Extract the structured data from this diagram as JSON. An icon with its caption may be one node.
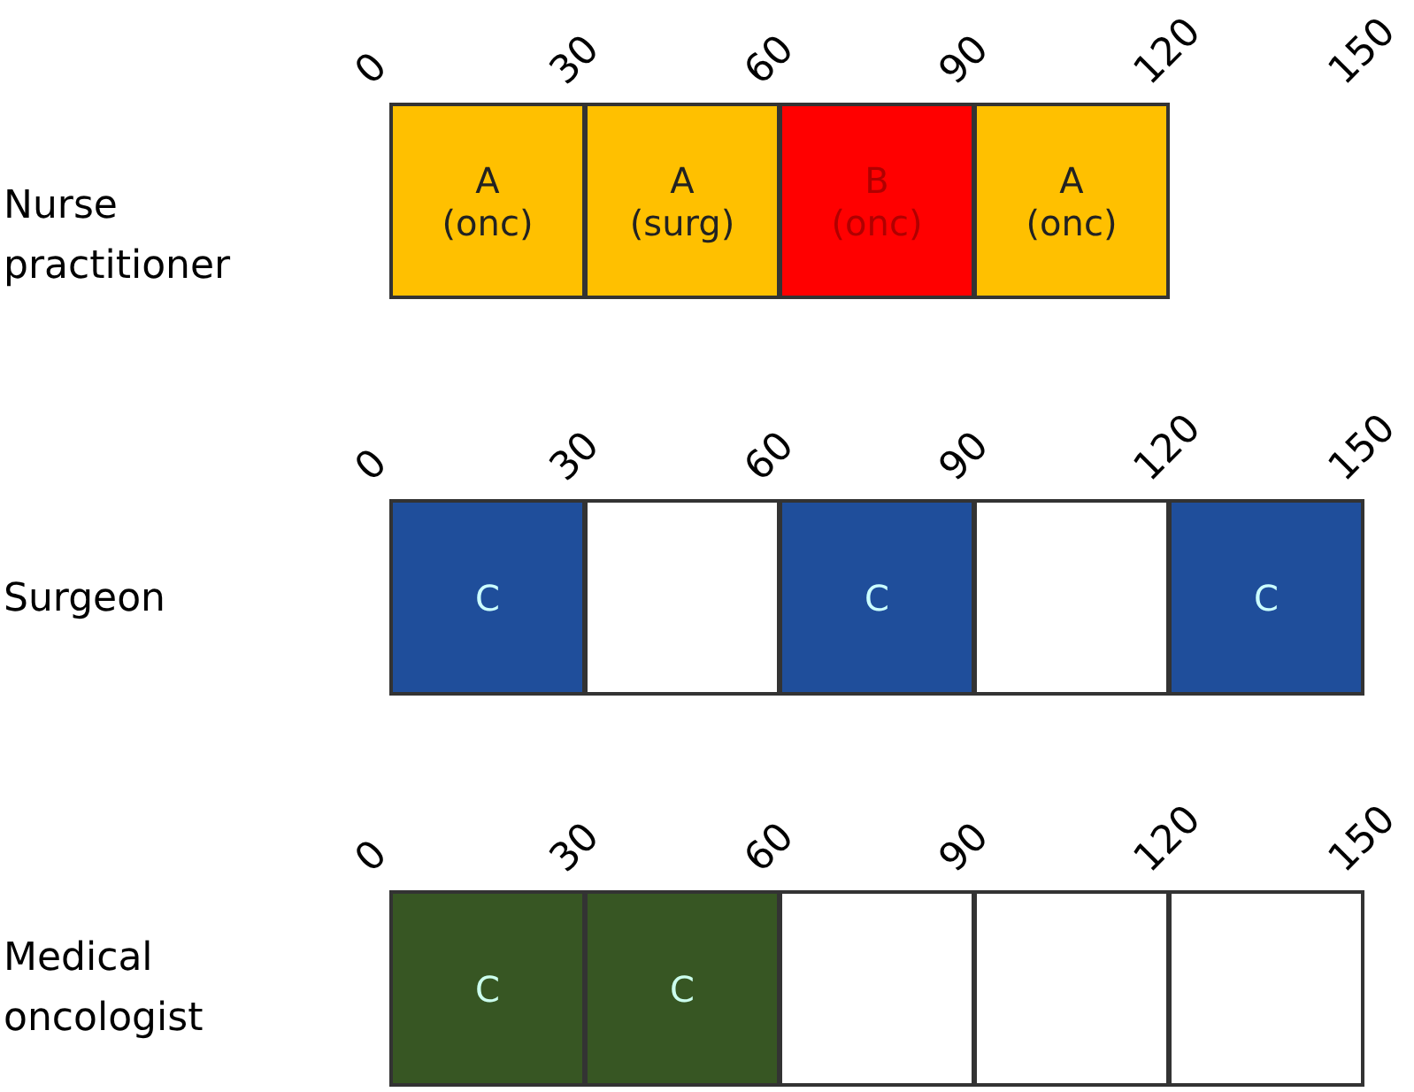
{
  "diagram": {
    "nodes": [
      {
        "text": [
          "A (onc)"
        ]
      },
      {
        "text": [
          "A (surg)"
        ]
      },
      {
        "text": [
          "B (onc)"
        ]
      },
      {
        "text": [
          "A (onc)"
        ]
      },
      {
        "text": [
          "C"
        ]
      },
      {
        "text": [],
        "shape": "box"
      },
      {
        "text": [
          "C"
        ]
      },
      {
        "text": [],
        "shape": "box"
      },
      {
        "text": [
          "C"
        ]
      },
      {
        "text": [
          "C"
        ]
      },
      {
        "text": [
          "C"
        ]
      },
      {
        "text": [],
        "shape": "box"
      },
      {
        "text": [],
        "shape": "box"
      },
      {
        "text": [],
        "shape": "box"
      }
    ],
    "labels": [
      "0",
      "30",
      "60",
      "90",
      "120",
      "150",
      "Nurse practitioner",
      "0",
      "30",
      "60",
      "90",
      "120",
      "150",
      "Surgeon",
      "0",
      "30",
      "60",
      "90",
      "120",
      "150",
      "Medical oncologist"
    ]
  }
}
